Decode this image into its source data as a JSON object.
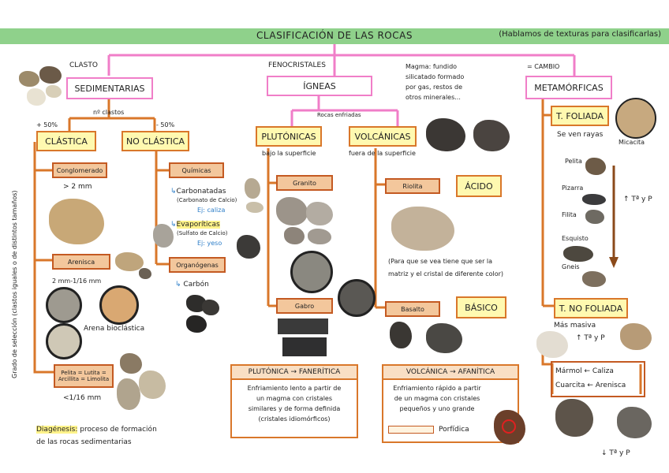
{
  "header": {
    "title": "CLASIFICACIÓN DE LAS ROCAS",
    "note": "(Hablamos de texturas para clasificarlas)"
  },
  "top_labels": {
    "clasto": "CLASTO",
    "fenocristales": "FENOCRISTALES",
    "cambio": "= CAMBIO"
  },
  "sedimentarias": {
    "label": "SEDIMENTARIAS",
    "n_clastos": "nº clastos",
    "mas50": "+ 50%",
    "menos50": "- 50%",
    "vertical_label": "Grado de selección (clastos iguales o de distintos tamaños)",
    "clastica": {
      "label": "CLÁSTICA",
      "conglomerado": "Conglomerado",
      "conglomerado_size": "> 2 mm",
      "arenisca": "Arenisca",
      "arenisca_size": "2 mm-1/16 mm",
      "arena": "Arena bioclástica",
      "pelita": "Pelita = Lutita = Arcillita = Limolita",
      "pelita_size": "<1/16 mm"
    },
    "no_clastica": {
      "label": "NO CLÁSTICA",
      "quimicas": "Químicas",
      "carbonatadas": "Carbonatadas",
      "carbonatadas_sub": "(Carbonato de Calcio)",
      "carbonatadas_ej": "Ej: caliza",
      "evaporiticas": "Evaporíticas",
      "evaporiticas_sub": "(Sulfato de Calcio)",
      "evaporiticas_ej": "Ej: yeso",
      "organogenas": "Organógenas",
      "carbon": "Carbón"
    },
    "diagenesis_term": "Diagénesis:",
    "diagenesis_text": "proceso de formación",
    "diagenesis_text2": "de las rocas sedimentarias"
  },
  "igneas": {
    "label": "ÍGNEAS",
    "enfriadas": "Rocas enfriadas",
    "magma_lines": [
      "Magma: fundido",
      "silicatado formado",
      "por gas, restos de",
      "otros minerales..."
    ],
    "plutonicas": {
      "label": "PLUTÓNICAS",
      "sub": "bajo la superficie",
      "granito": "Granito",
      "gabro": "Gabro"
    },
    "volcanicas": {
      "label": "VOLCÁNICAS",
      "sub": "fuera de la superficie",
      "riolita": "Riolita",
      "basalto": "Basalto"
    },
    "acido": "ÁCIDO",
    "basico": "BÁSICO",
    "nota": [
      "(Para que se vea tiene que ser la",
      "matriz y el cristal de diferente color)"
    ],
    "faneritica": {
      "title": "PLUTÓNICA → FANERÍTICA",
      "lines": [
        "Enfriamiento lento a partir de",
        "un magma con cristales",
        "similares y de forma definida",
        "(cristales idiomórficos)"
      ]
    },
    "afanitica": {
      "title": "VOLCÁNICA → AFANÍTICA",
      "lines": [
        "Enfriamiento rápido a partir",
        "de un magma con cristales",
        "pequeños y uno grande"
      ],
      "porfidica": "Porfídica"
    }
  },
  "metamorficas": {
    "label": "METAMÓRFICAS",
    "foliada": {
      "label": "T. FOLIADA",
      "sub": "Se ven rayas",
      "micacita": "Micacita",
      "items": [
        "Pelita",
        "Pizarra",
        "Filita",
        "Esquisto",
        "Gneis"
      ],
      "tp": "↑ Tª y P"
    },
    "no_foliada": {
      "label": "T. NO FOLIADA",
      "sub": "Más masiva",
      "tp_up": "↑ Tª y P",
      "marmol": "Mármol ← Caliza",
      "cuarcita": "Cuarcita ← Arenisca",
      "tp_down": "↓ Tª y P"
    }
  }
}
